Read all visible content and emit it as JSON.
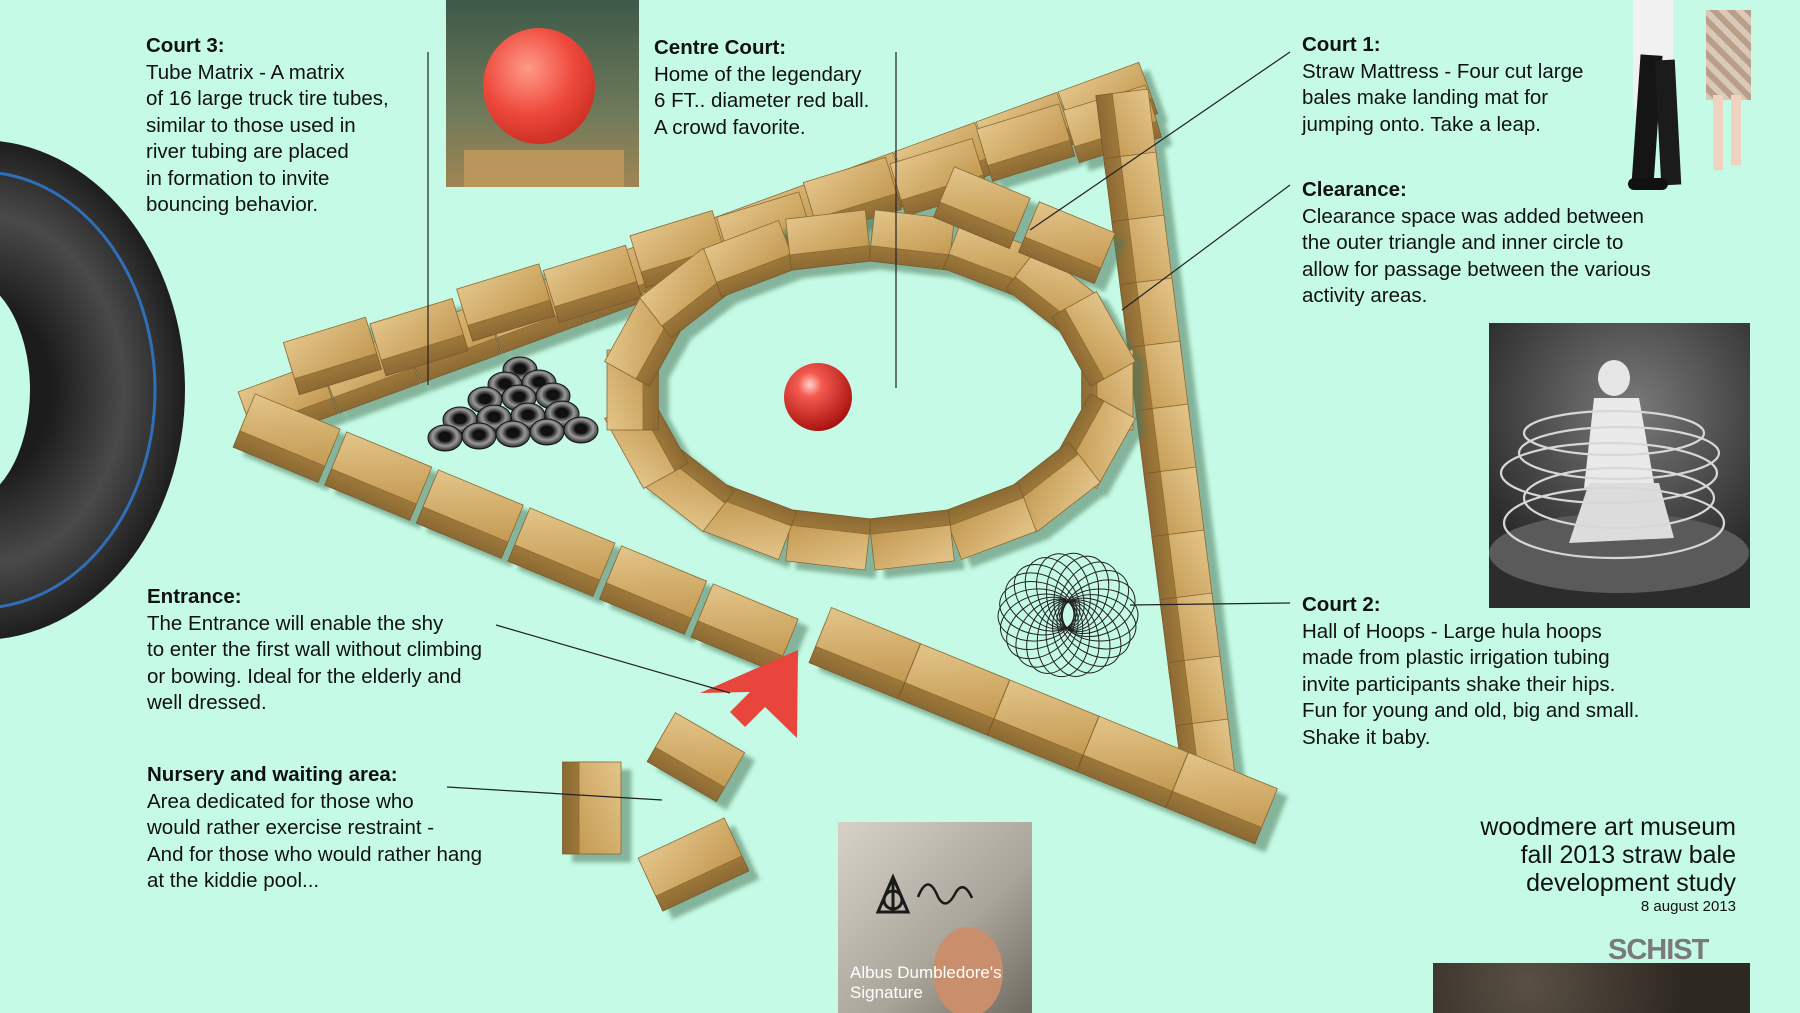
{
  "notes": {
    "court3": {
      "heading": "Court 3:",
      "body": "Tube Matrix - A matrix\nof 16 large truck tire tubes,\nsimilar to those used in\nriver tubing are placed\nin formation to invite\nbouncing behavior."
    },
    "centre": {
      "heading": "Centre Court:",
      "body": "Home of the legendary\n6 FT.. diameter red ball.\nA crowd favorite."
    },
    "court1": {
      "heading": "Court 1:",
      "body": "Straw Mattress - Four cut large\nbales make landing mat for\njumping onto. Take a leap."
    },
    "clearance": {
      "heading": "Clearance:",
      "body": "Clearance space was added between\nthe outer triangle and inner circle to\nallow for passage between the various\nactivity areas."
    },
    "entrance": {
      "heading": "Entrance:",
      "body": "The Entrance will enable the shy\nto enter the first wall without climbing\nor bowing. Ideal for the elderly and\nwell dressed."
    },
    "court2": {
      "heading": "Court 2:",
      "body": "Hall of Hoops - Large hula hoops\nmade from plastic irrigation tubing\ninvite participants shake their hips.\nFun for young and old, big and small.\nShake it baby."
    },
    "nursery": {
      "heading": "Nursery and waiting area:",
      "body": "Area dedicated for those who\nwould rather exercise restraint -\nAnd for those who would rather hang\nat the kiddie pool..."
    }
  },
  "title_block": {
    "line1": "woodmere art museum",
    "line2": "fall 2013 straw bale",
    "line3": "development study",
    "date": "8 august 2013"
  },
  "signature_caption": "Albus Dumbledore's\nSignature",
  "logo_text": "SCHIST",
  "colors": {
    "background": "#c5fbe6",
    "straw": "#c9a35a",
    "red_ball": "#e8322e",
    "arrow": "#e8453c"
  }
}
